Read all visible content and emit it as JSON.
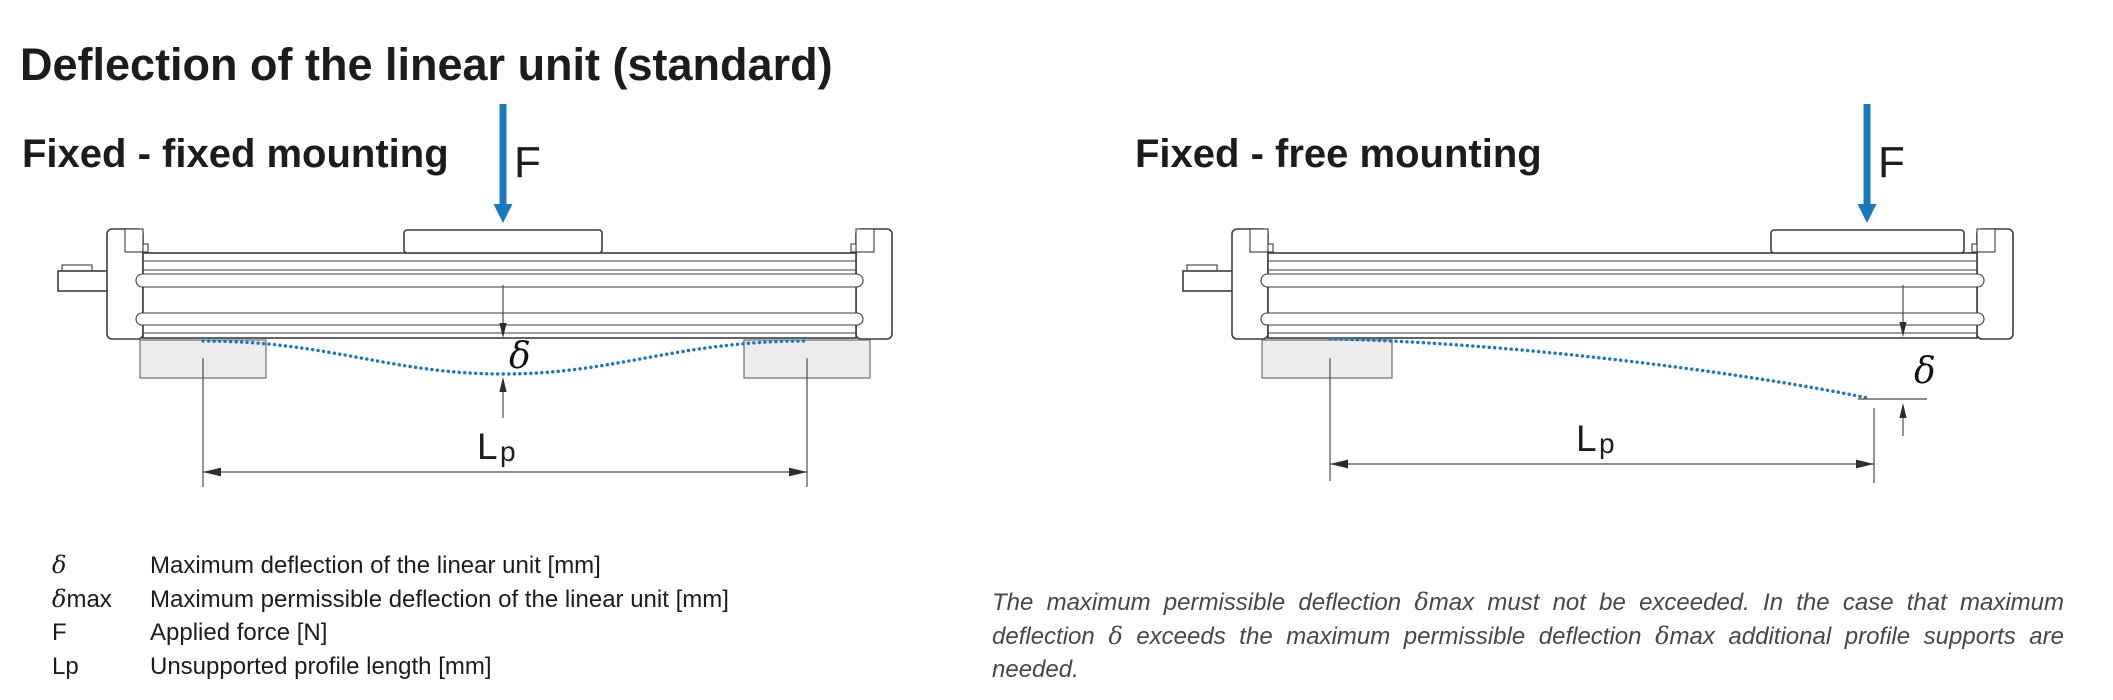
{
  "page": {
    "title": "Deflection of the linear unit (standard)"
  },
  "panels": {
    "left": {
      "heading": "Fixed - fixed mounting",
      "force_label": "F",
      "deflection_label": "δ",
      "length_label": "L",
      "length_label_sub": "p"
    },
    "right": {
      "heading": "Fixed - free mounting",
      "force_label": "F",
      "deflection_label": "δ",
      "length_label": "L",
      "length_label_sub": "p"
    }
  },
  "legend": {
    "rows": [
      {
        "symbol_greek": "δ",
        "symbol_rest": "",
        "description": "Maximum deflection of the linear unit [mm]"
      },
      {
        "symbol_greek": "δ",
        "symbol_rest": "max",
        "description": "Maximum permissible deflection of the linear unit [mm]"
      },
      {
        "symbol_greek": "",
        "symbol_rest": "F",
        "description": "Applied force [N]"
      },
      {
        "symbol_greek": "",
        "symbol_rest": "Lp",
        "description": "Unsupported profile length [mm]"
      }
    ]
  },
  "note": {
    "parts": [
      "The maximum permissible deflection ",
      "δ",
      "max must not be exceeded. In the case that maximum deflection ",
      "δ",
      " exceeds the maximum permissible deflection ",
      "δ",
      "max additional profile supports are needed."
    ]
  },
  "colors": {
    "accent": "#1879BE",
    "ink": "#3D3D3D",
    "support_fill": "#ECECEC",
    "note_text": "#474747"
  }
}
